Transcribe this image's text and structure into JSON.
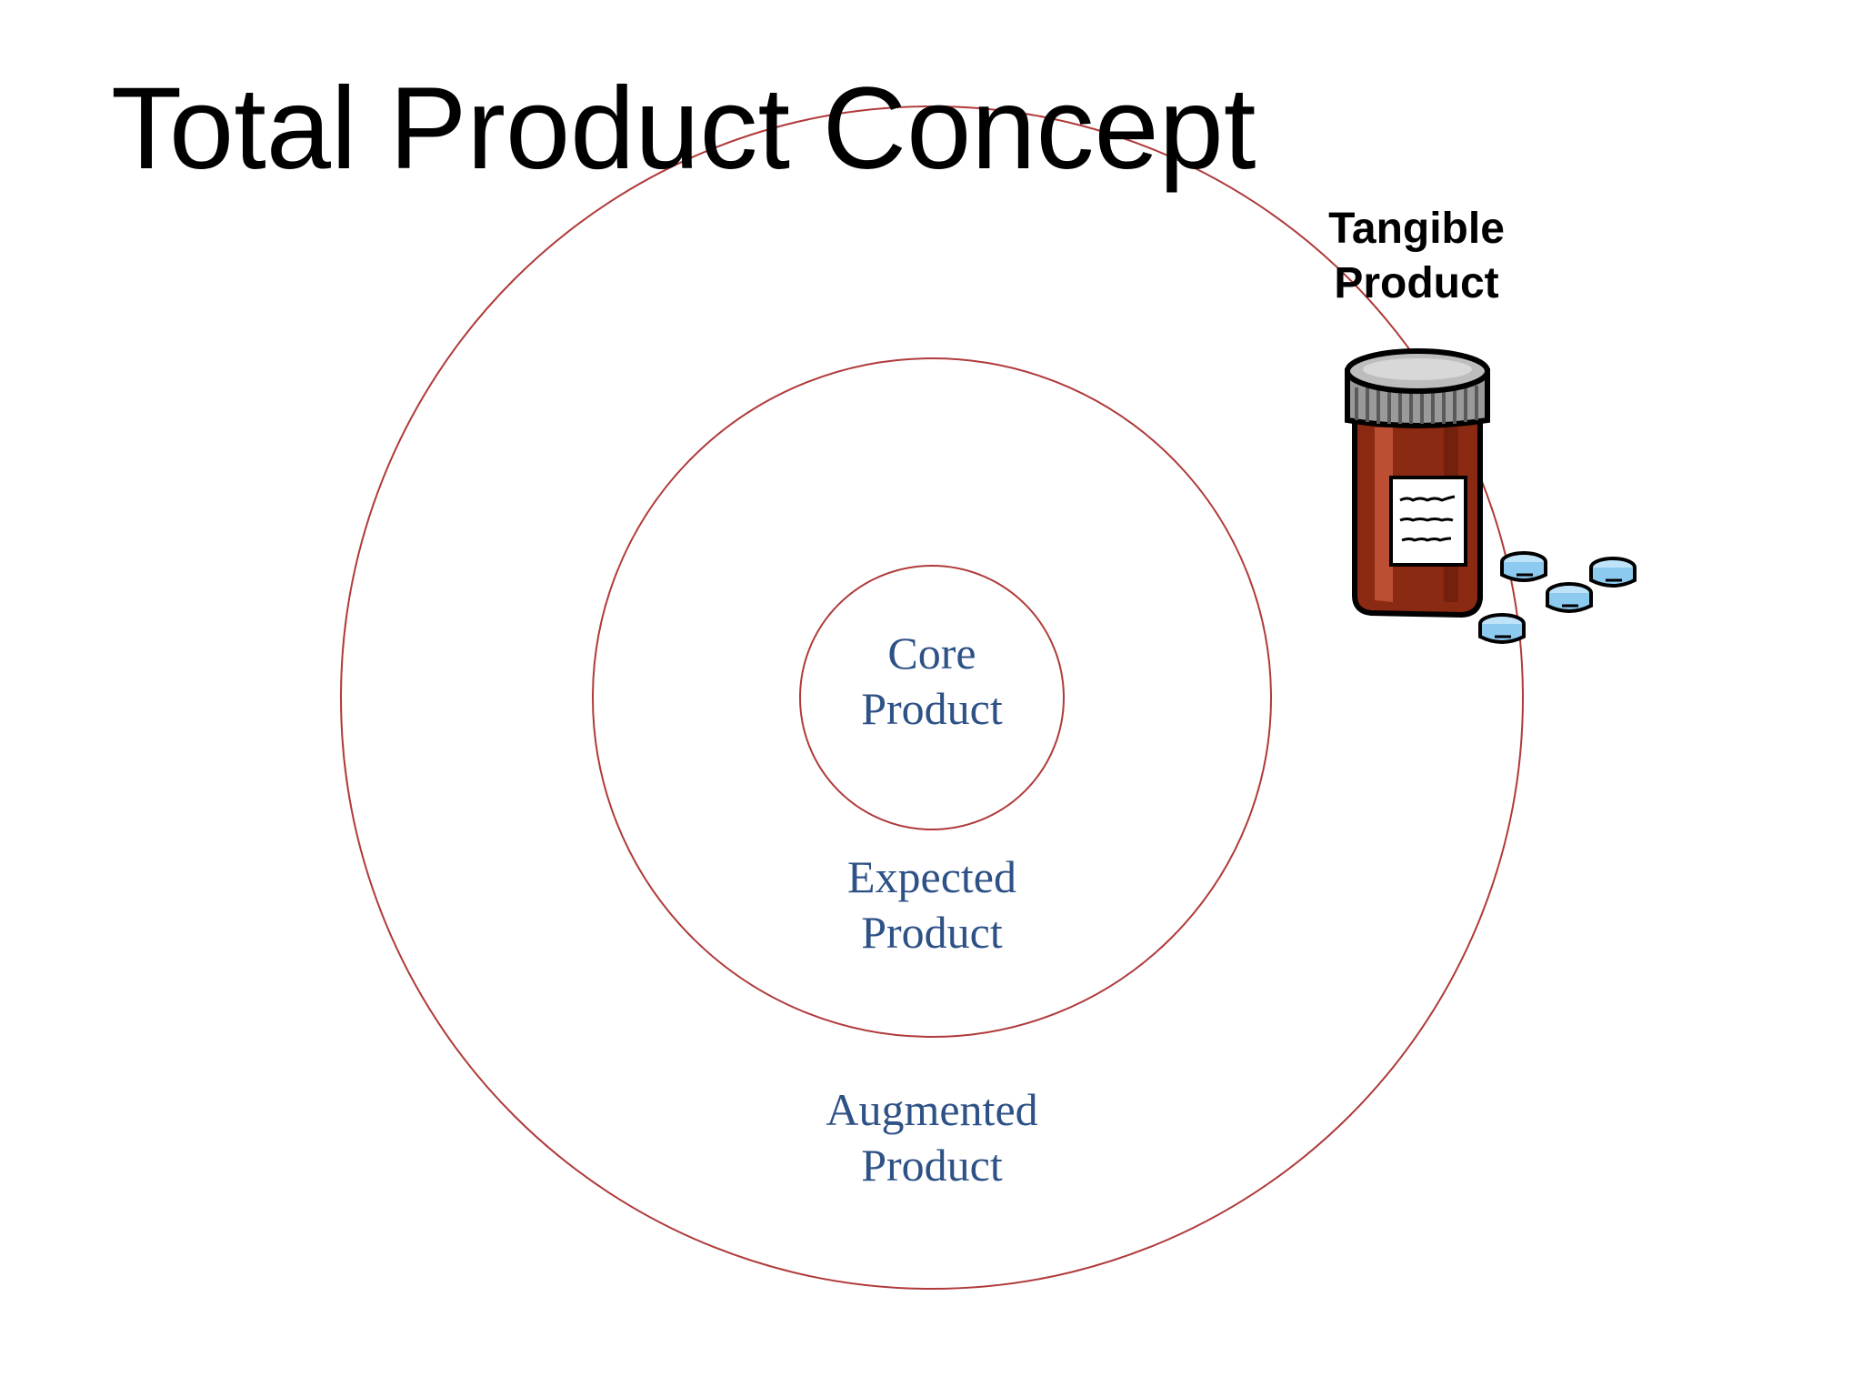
{
  "slide": {
    "title": "Total Product Concept"
  },
  "rings": [
    {
      "id": "core",
      "line1": "Core",
      "line2": "Product"
    },
    {
      "id": "expected",
      "line1": "Expected",
      "line2": "Product"
    },
    {
      "id": "augmented",
      "line1": "Augmented",
      "line2": "Product"
    }
  ],
  "tangible": {
    "line1": "Tangible",
    "line2": "Product",
    "icon": "pill-bottle-icon"
  },
  "colors": {
    "ring_stroke": "#b03a3a",
    "ring_label": "#2e5186",
    "bottle_body": "#8b2a12",
    "bottle_cap": "#9a9a9a",
    "pill": "#8ccaf0"
  }
}
